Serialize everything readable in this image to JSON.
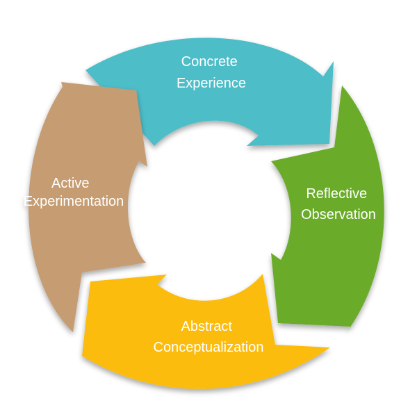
{
  "diagram": {
    "segments": [
      {
        "id": "concrete-experience",
        "lines": [
          "Concrete",
          "Experience"
        ],
        "color": "#4ebdc8"
      },
      {
        "id": "reflective-observation",
        "lines": [
          "Reflective",
          "Observation"
        ],
        "color": "#6aac2b"
      },
      {
        "id": "abstract-conceptualization",
        "lines": [
          "Abstract",
          "Conceptualization"
        ],
        "color": "#fbbc0c"
      },
      {
        "id": "active-experimentation",
        "lines": [
          "Active",
          "Experimentation"
        ],
        "color": "#c69c72"
      }
    ]
  }
}
